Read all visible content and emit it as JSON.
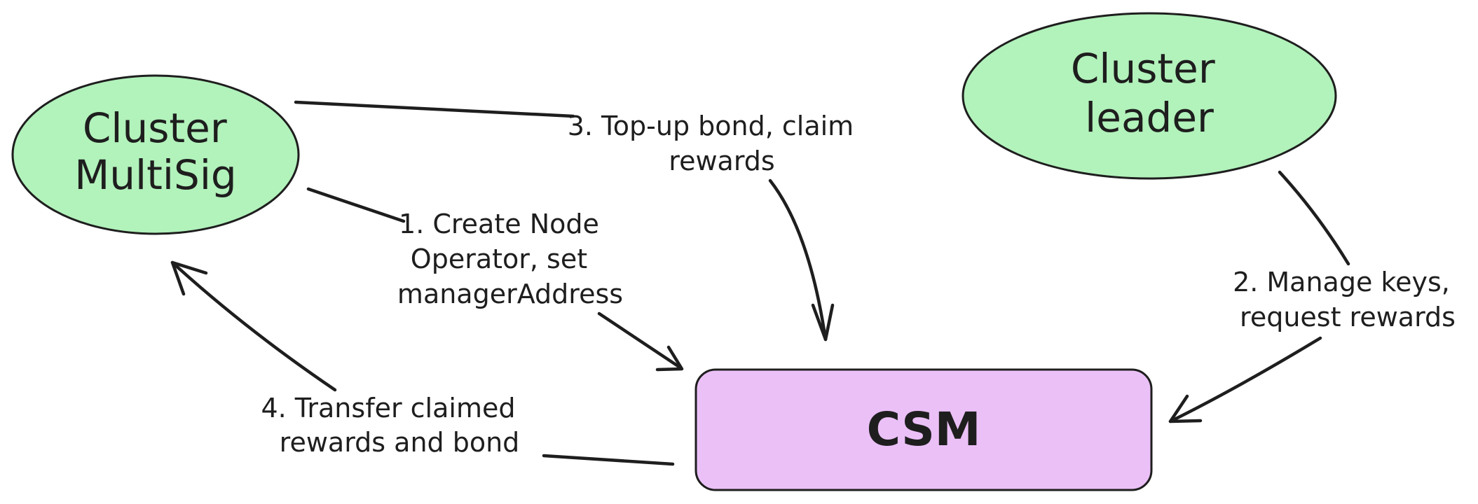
{
  "colors": {
    "ink": "#1e1e1e",
    "node_green": "#b2f2bb",
    "node_purple": "#ebc0f7"
  },
  "nodes": {
    "multisig": {
      "lines": [
        "Cluster",
        "MultiSig"
      ]
    },
    "leader": {
      "lines": [
        "Cluster",
        "leader"
      ]
    },
    "csm": {
      "label": "CSM"
    }
  },
  "edges": {
    "create": {
      "lines": [
        "1. Create Node",
        "Operator, set",
        "managerAddress"
      ]
    },
    "manage": {
      "lines": [
        "2. Manage keys,",
        "request rewards"
      ]
    },
    "topup": {
      "lines": [
        "3. Top-up bond, claim",
        "rewards"
      ]
    },
    "transfer": {
      "lines": [
        "4. Transfer claimed",
        "rewards and bond"
      ]
    }
  }
}
